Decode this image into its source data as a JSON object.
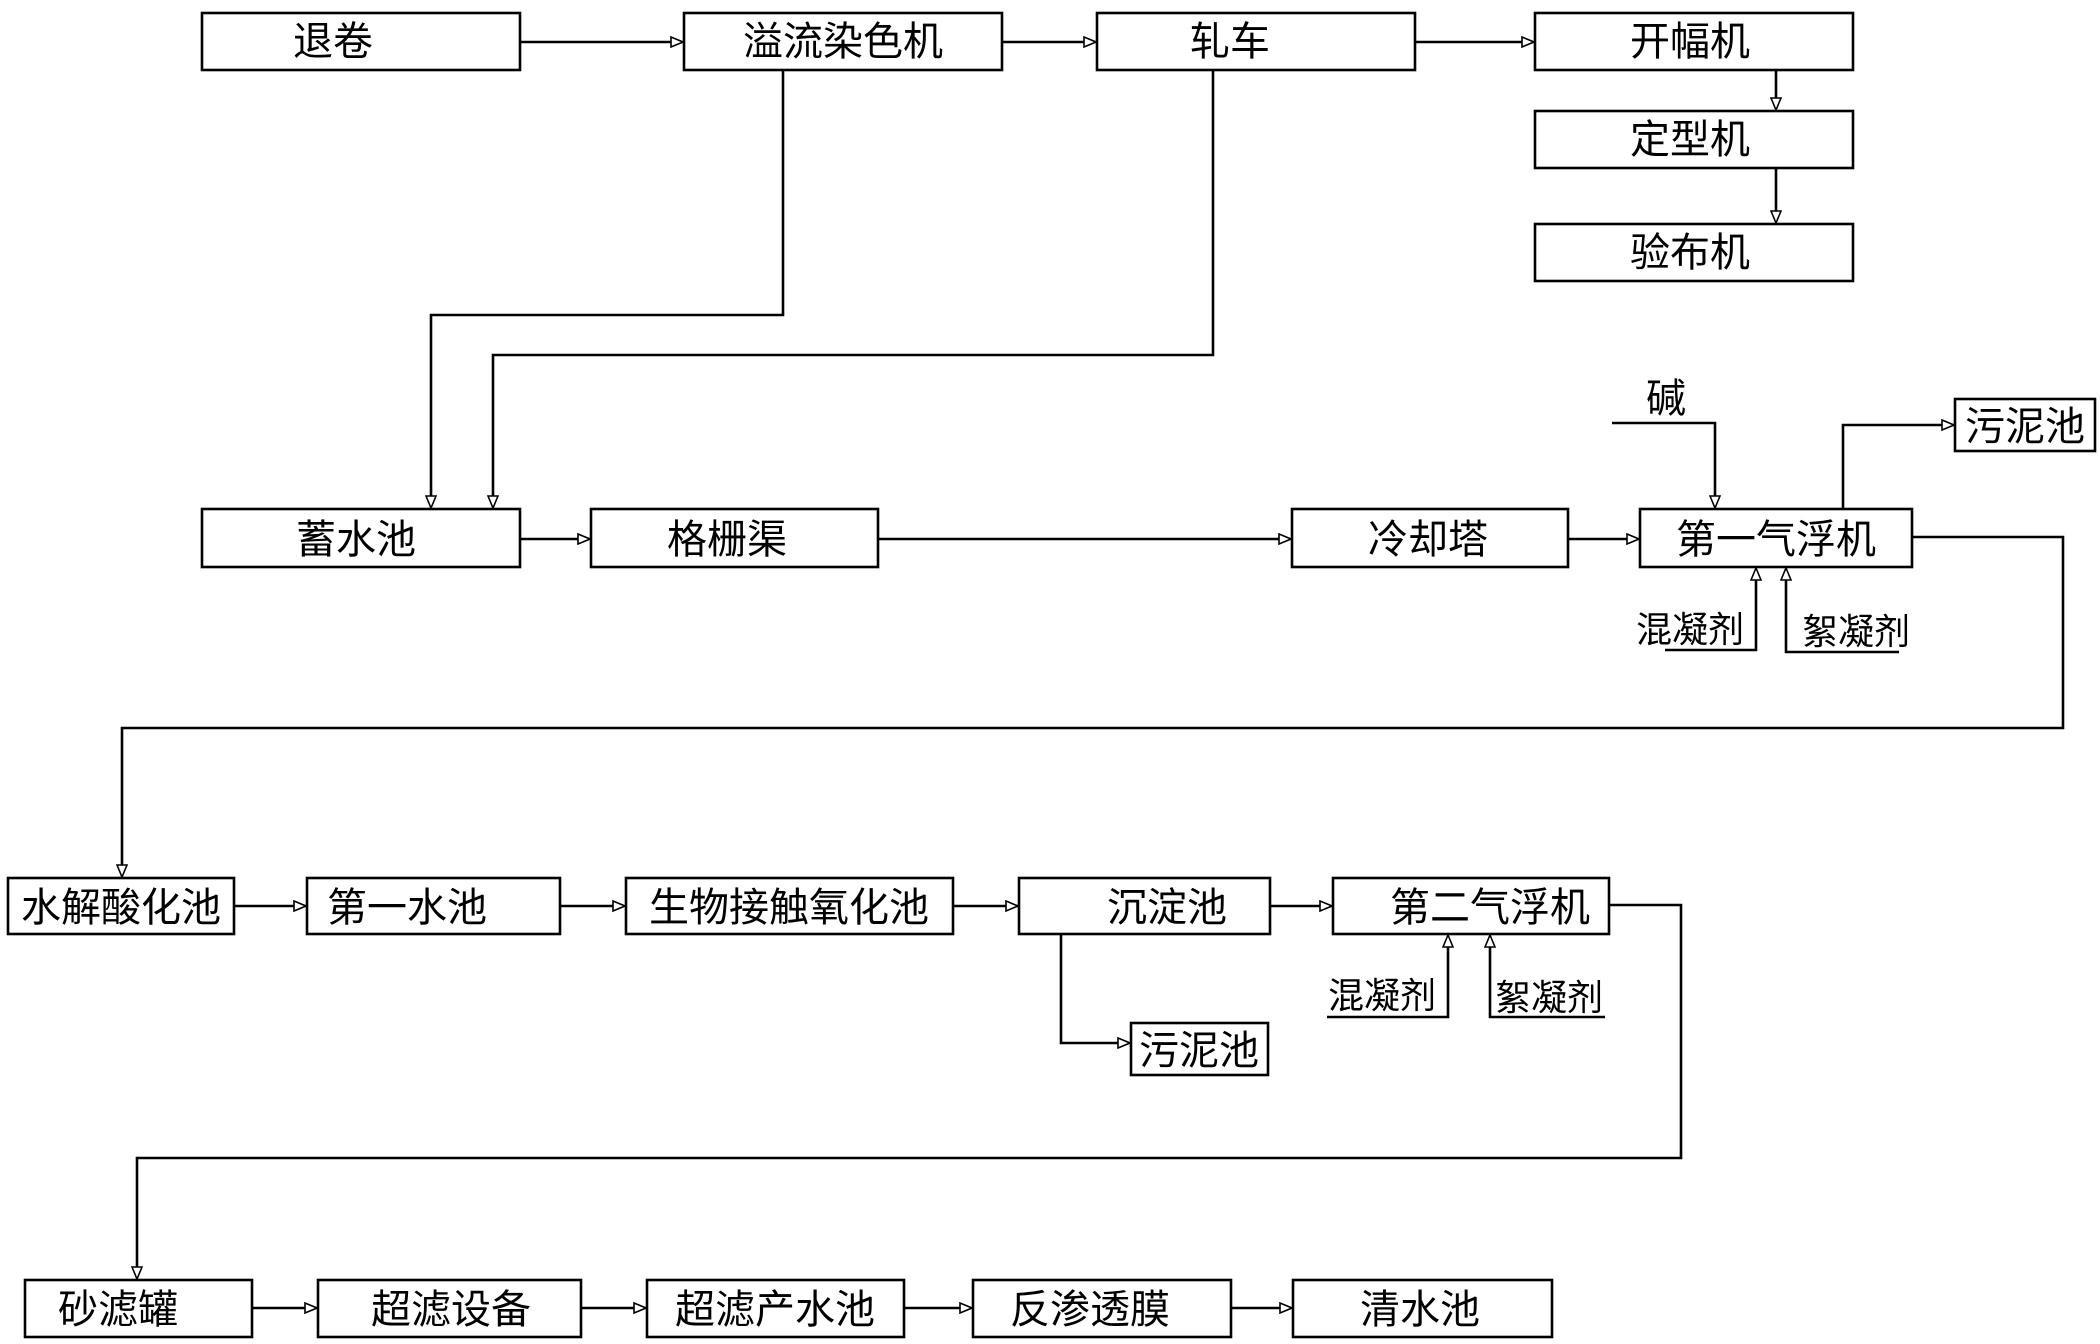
{
  "nodes": {
    "unwind": "退卷",
    "overflow_dyeing": "溢流染色机",
    "padder": "轧车",
    "opener": "开幅机",
    "setting_machine": "定型机",
    "inspection": "验布机",
    "storage_pool": "蓄水池",
    "grid_channel": "格栅渠",
    "cooling_tower": "冷却塔",
    "first_flotation": "第一气浮机",
    "sludge_pool_1": "污泥池",
    "hydrolysis_pool": "水解酸化池",
    "first_pool": "第一水池",
    "bio_contact": "生物接触氧化池",
    "sedimentation": "沉淀池",
    "sludge_pool_2": "污泥池",
    "second_flotation": "第二气浮机",
    "sand_filter": "砂滤罐",
    "uf_equipment": "超滤设备",
    "uf_water_pool": "超滤产水池",
    "ro_membrane": "反渗透膜",
    "clear_pool": "清水池"
  },
  "inputs": {
    "alkali": "碱",
    "coagulant_1": "混凝剂",
    "flocculant_1": "絮凝剂",
    "coagulant_2": "混凝剂",
    "flocculant_2": "絮凝剂"
  }
}
